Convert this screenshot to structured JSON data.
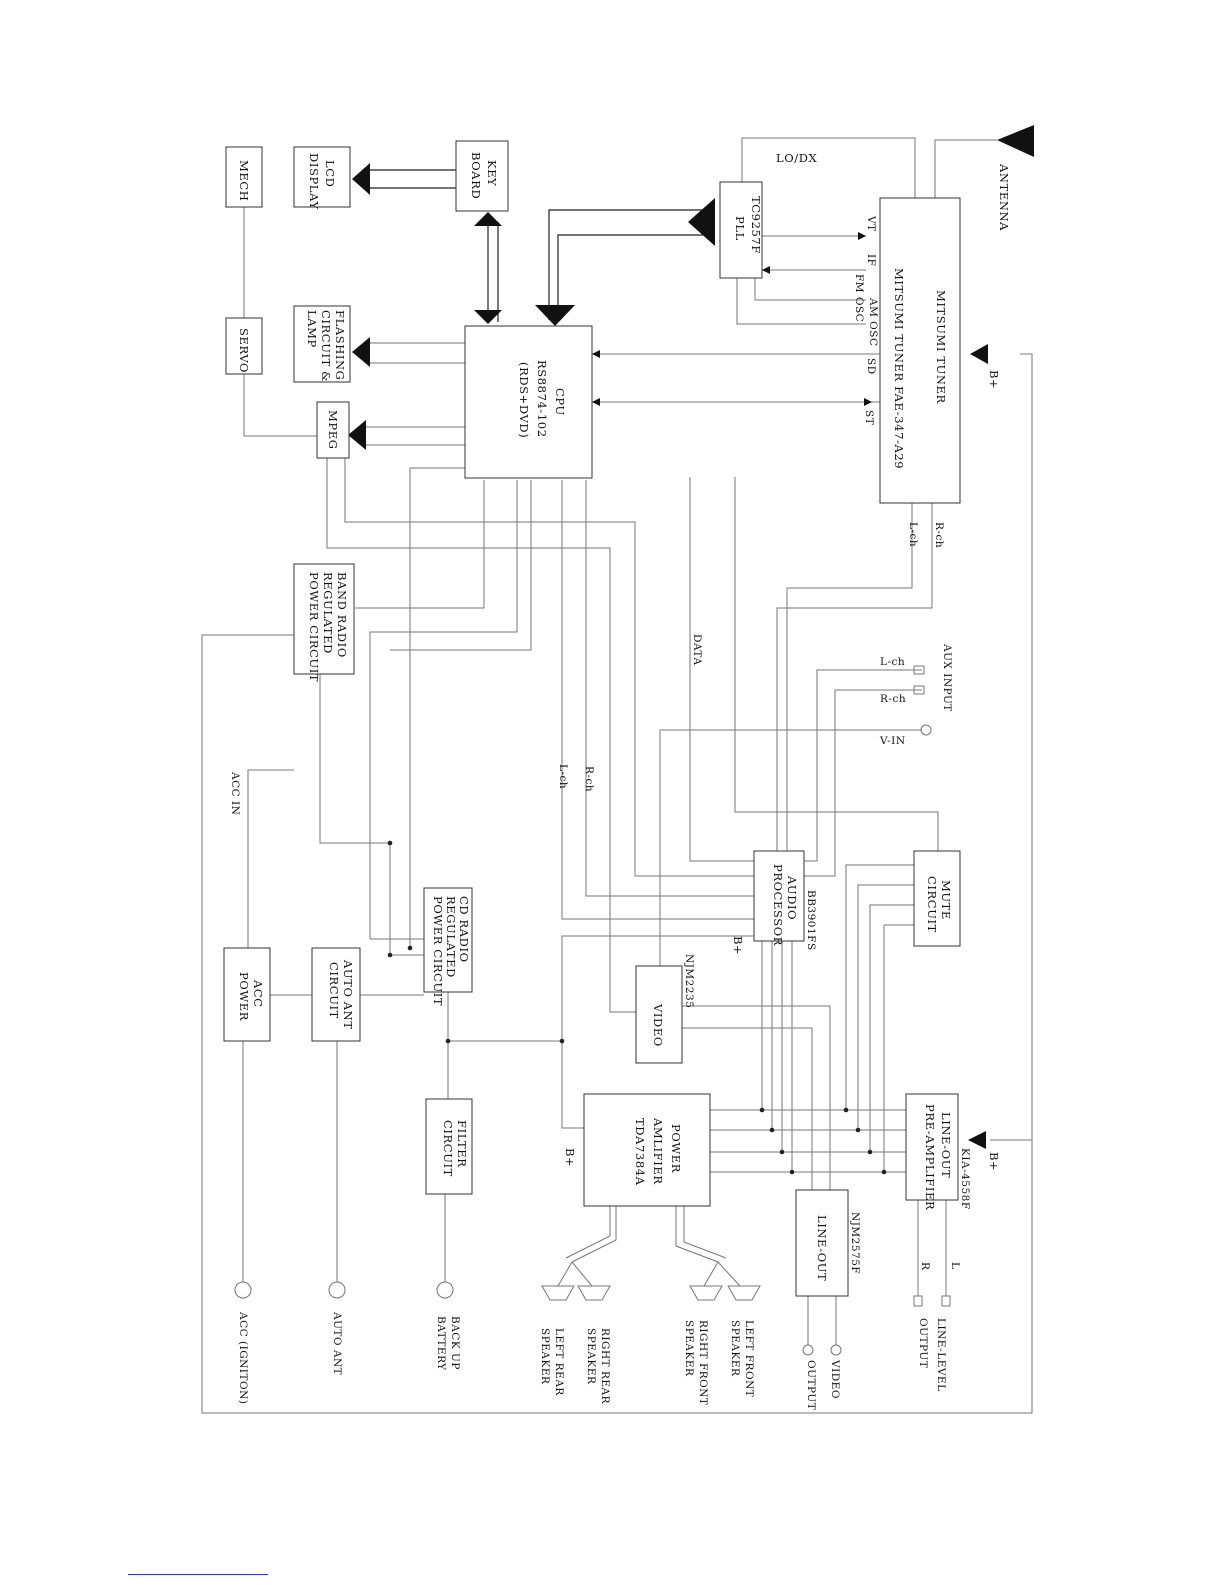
{
  "blocks": {
    "mech": "MECH",
    "servo": "SERVO",
    "mpeg": "MPEG",
    "lcd": [
      "LCD",
      "DISPLAY"
    ],
    "keyboard": [
      "KEY",
      "BOARD"
    ],
    "flashing": [
      "FLASHING",
      "CIRCUIT  &",
      "LAMP"
    ],
    "cpu": [
      "CPU",
      "RS8874-102",
      "(RDS+DVD)"
    ],
    "pll": [
      "TC9257F",
      "PLL"
    ],
    "tuner": [
      "MITSUMI  TUNER",
      "MITSUMI  TUNER FAE-347-A29"
    ],
    "band_radio": [
      "BAND RADIO",
      "REGULATED",
      "POWER CIRCUIT"
    ],
    "cd_radio": [
      "CD RADIO",
      "REGULATED",
      "POWER CIRCUIT"
    ],
    "acc_power": [
      "ACC",
      "POWER"
    ],
    "auto_ant": [
      "AUTO  ANT",
      "CIRCUIT"
    ],
    "filter": [
      "FILTER",
      "CIRCUIT"
    ],
    "video": "VIDEO",
    "audio_proc": [
      "AUDIO",
      "PROCESSOR"
    ],
    "mute": [
      "MUTE",
      "CIRCUIT"
    ],
    "power_amp": [
      "POWER",
      "AMLIFIER",
      "TDA7384A"
    ],
    "lineout_pre": [
      "LINE-OUT",
      "PRE-AMPLIFIER"
    ],
    "lineout": "LINE-OUT"
  },
  "labels": {
    "lodx": "LO/DX",
    "antenna": "ANTENNA",
    "bplus": "B+",
    "vt": "VT",
    "if": "IF",
    "fm_osc": "FM OSC",
    "am_osc": "AM OSC",
    "sd": "SD",
    "st": "ST",
    "tuner_lch": "L-ch",
    "tuner_rch": "R-ch",
    "data": "DATA",
    "aux_input": "AUX INPUT",
    "aux_lch": "L-ch",
    "aux_rch": "R-ch",
    "vin": "V-IN",
    "cpu_lch": "L-ch",
    "cpu_rch": "R-ch",
    "acc_in": "ACC  IN",
    "bb3901fs": "BB3901FS",
    "njm2235": "NJM2235",
    "kia4558f": "KIA-4558F",
    "njm2575f": "NJM2575F",
    "out_l": "L",
    "out_r": "R",
    "lineout_level": "LINE-LEVEL",
    "output": "OUTPUT",
    "video_out": "VIDEO",
    "output2": "OUTPUT",
    "acc_ign": "ACC (IGNITON)",
    "auto_ant_term": "AUTO  ANT",
    "backup": "BACK  UP",
    "battery": "BATTERY",
    "left_rear": [
      "LEFT  REAR",
      "SPEAKER"
    ],
    "right_rear": [
      "RIGHT  REAR",
      "SPEAKER"
    ],
    "right_front": [
      "RIGHT  FRONT",
      "SPEAKER"
    ],
    "left_front": [
      "LEFT  FRONT",
      "SPEAKER"
    ]
  },
  "colors": {
    "line": "#777777",
    "box": "#333333",
    "link": "#2b3cc9"
  }
}
